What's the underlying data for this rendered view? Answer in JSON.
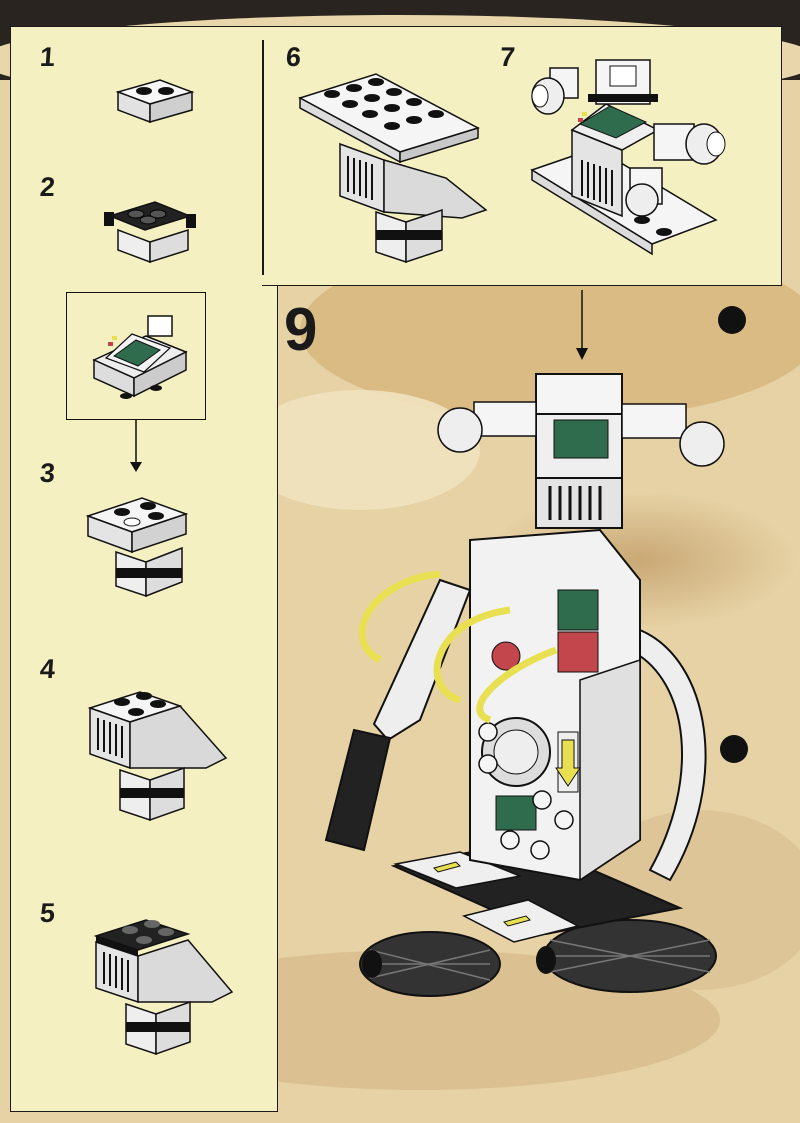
{
  "steps": [
    {
      "number": "1"
    },
    {
      "number": "2"
    },
    {
      "number": "3"
    },
    {
      "number": "4"
    },
    {
      "number": "5"
    },
    {
      "number": "6"
    },
    {
      "number": "7"
    },
    {
      "number": "9"
    }
  ],
  "colors": {
    "panel": "#f5f0c2",
    "terrain": "#d8b880",
    "ink": "#1a1a1a",
    "screen_green": "#2f6b4d",
    "accent_red": "#c2464c",
    "tube_yellow": "#e8e050"
  }
}
